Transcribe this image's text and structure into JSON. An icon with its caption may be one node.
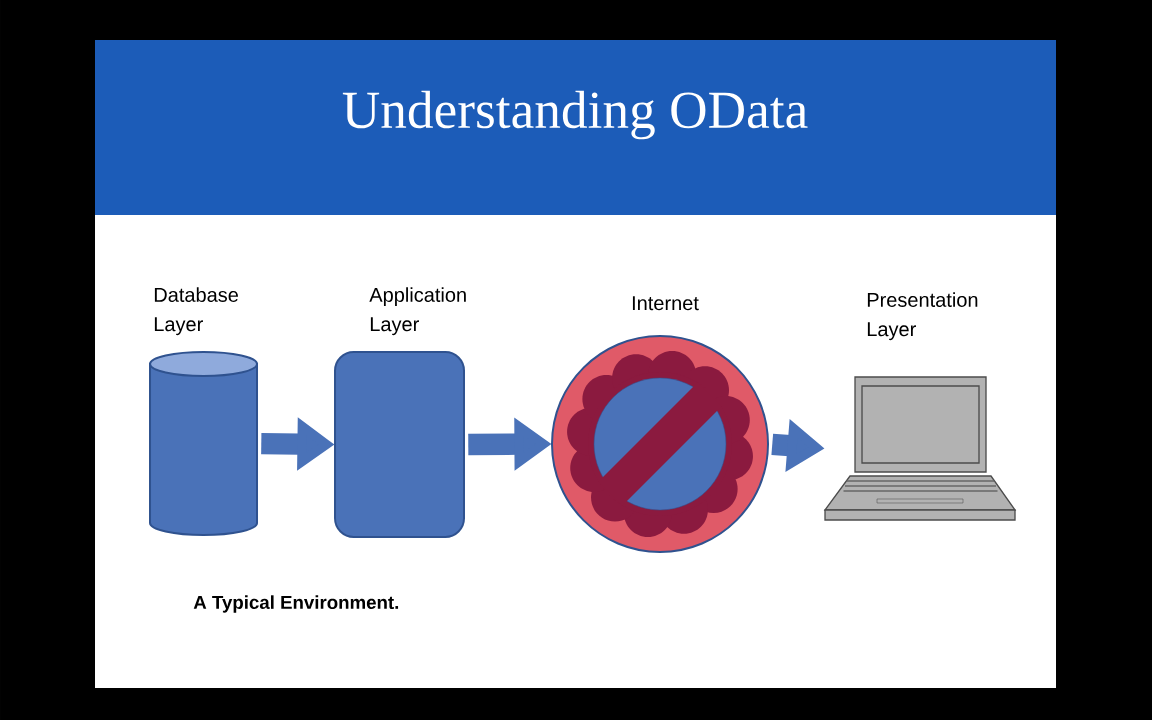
{
  "diagram": {
    "title": "Understanding OData",
    "nodes": [
      {
        "text": [
          "Database Layer"
        ]
      },
      {
        "text": [
          "Application Layer"
        ]
      },
      {
        "text": [
          "Internet"
        ]
      },
      {
        "text": [
          "Presentation Layer"
        ]
      }
    ],
    "edges": [
      {
        "from": 0,
        "to": 1,
        "arrow": "to"
      },
      {
        "from": 1,
        "to": 2,
        "arrow": "to"
      },
      {
        "from": 2,
        "to": 3,
        "arrow": "to"
      }
    ],
    "labels": [
      "A Typical Environment."
    ]
  }
}
